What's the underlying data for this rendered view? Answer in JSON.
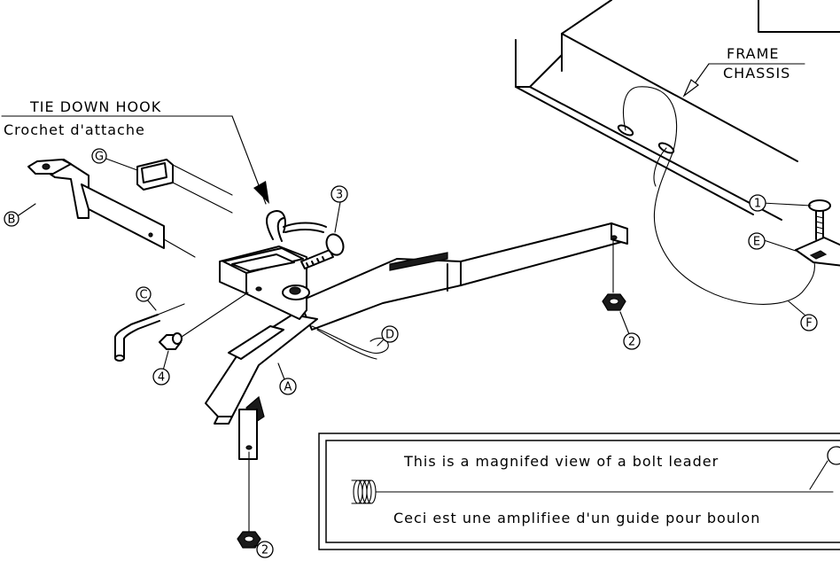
{
  "callouts": {
    "tie_down_hook_en": "TIE DOWN HOOK",
    "tie_down_hook_fr": "Crochet d'attache",
    "frame_en": "FRAME",
    "frame_fr": "CHASSIS"
  },
  "note": {
    "line_en": "This is a magnifed view of a bolt leader",
    "line_fr": "Ceci est une amplifiee d'un guide pour boulon"
  },
  "part_labels": {
    "A": "A",
    "B": "B",
    "C": "C",
    "D": "D",
    "E": "E",
    "F": "F",
    "G": "G",
    "n1": "1",
    "n2": "2",
    "n3": "3",
    "n4": "4"
  }
}
